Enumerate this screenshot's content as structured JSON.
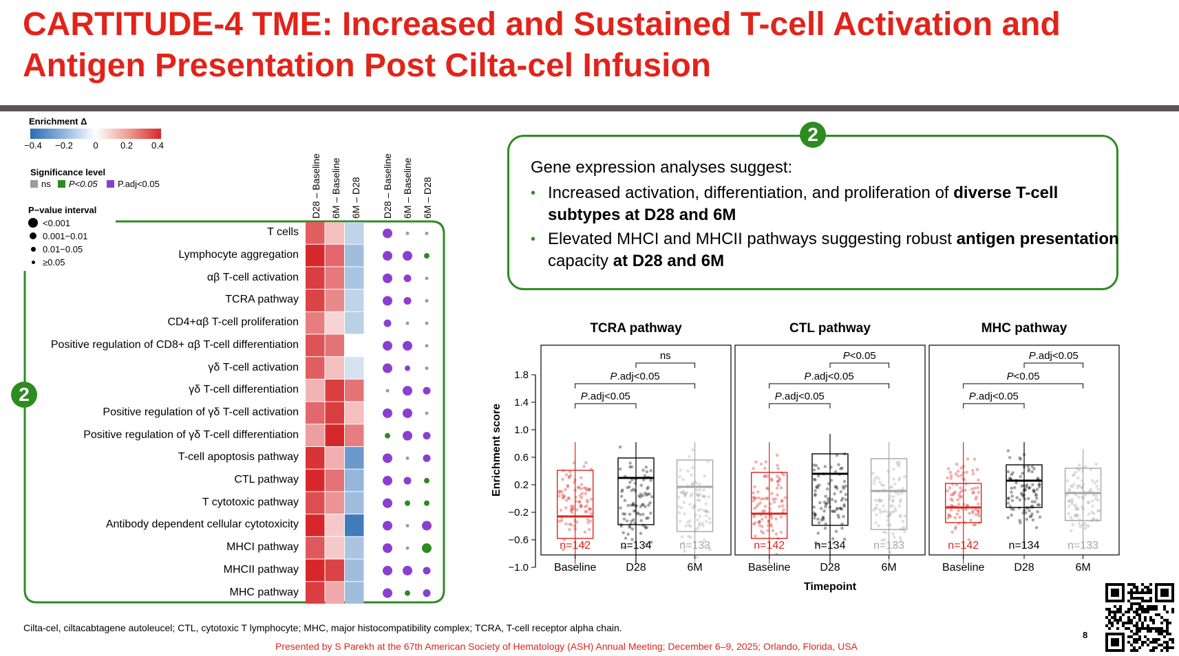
{
  "title": "CARTITUDE-4 TME: Increased and Sustained T-cell Activation and Antigen Presentation Post Cilta-cel Infusion",
  "badge_number": "2",
  "colors": {
    "title_red": "#e2231a",
    "frame_green": "#2e8b22",
    "ns_gray": "#a09a99",
    "p_green": "#2e8b22",
    "padj_purple": "#8a3fd1"
  },
  "legend": {
    "enrichment_title": "Enrichment Δ",
    "enrichment_ticks": [
      "−0.4",
      "−0.2",
      "0",
      "0.2",
      "0.4"
    ],
    "significance_title": "Significance level",
    "significance_items": [
      {
        "label": "ns",
        "color": "#a09a99"
      },
      {
        "label": "P<0.05",
        "color": "#2e8b22"
      },
      {
        "label": "P.adj<0.05",
        "color": "#8a3fd1"
      }
    ],
    "pvalue_title": "P−value interval",
    "pvalue_items": [
      "<0.001",
      "0.001−0.01",
      "0.01−0.05",
      "≥0.05"
    ]
  },
  "gene_box": {
    "intro": "Gene expression analyses suggest:",
    "bullet1_part1": "Increased activation, differentiation, and proliferation of ",
    "bullet1_bold": "diverse T-cell subtypes at D28 and 6M",
    "bullet2_part1": "Elevated MHCI and MHCII pathways suggesting robust ",
    "bullet2_bold1": "antigen presentation",
    "bullet2_part2": " capacity ",
    "bullet2_bold2": "at D28 and 6M"
  },
  "chart_data": [
    {
      "type": "heatmap",
      "columns": [
        "D28 – Baseline",
        "6M – Baseline",
        "6M – D28",
        "D28 – Baseline",
        "6M – Baseline",
        "6M – D28"
      ],
      "rows": [
        "T cells",
        "Lymphocyte aggregation",
        "αβ T-cell activation",
        "TCRA pathway",
        "CD4+αβ T-cell proliferation",
        "Positive regulation of CD8+ αβ T-cell differentiation",
        "γδ T-cell activation",
        "γδ T-cell differentiation",
        "Positive regulation of γδ T-cell activation",
        "Positive regulation of γδ T-cell differentiation",
        "T-cell apoptosis pathway",
        "CTL pathway",
        "T cytotoxic pathway",
        "Antibody dependent cellular cytotoxicity",
        "MHCI pathway",
        "MHCII pathway",
        "MHC pathway"
      ],
      "enrichment_delta": [
        [
          0.3,
          0.12,
          -0.12
        ],
        [
          0.42,
          0.28,
          -0.18
        ],
        [
          0.36,
          0.25,
          -0.16
        ],
        [
          0.35,
          0.22,
          -0.12
        ],
        [
          0.24,
          0.08,
          -0.13
        ],
        [
          0.32,
          0.26,
          0.0
        ],
        [
          0.3,
          0.12,
          -0.08
        ],
        [
          0.14,
          0.36,
          0.26
        ],
        [
          0.28,
          0.36,
          0.12
        ],
        [
          0.18,
          0.4,
          0.24
        ],
        [
          0.38,
          0.15,
          -0.28
        ],
        [
          0.42,
          0.26,
          -0.2
        ],
        [
          0.33,
          0.2,
          -0.18
        ],
        [
          0.4,
          0.1,
          -0.36
        ],
        [
          0.31,
          0.1,
          -0.16
        ],
        [
          0.42,
          0.35,
          -0.18
        ],
        [
          0.36,
          0.16,
          -0.18
        ]
      ],
      "significance": [
        [
          "padj",
          "ns",
          "ns"
        ],
        [
          "padj",
          "padj",
          "p"
        ],
        [
          "padj",
          "padj",
          "ns"
        ],
        [
          "padj",
          "padj",
          "ns"
        ],
        [
          "padj",
          "ns",
          "ns"
        ],
        [
          "padj",
          "padj",
          "ns"
        ],
        [
          "padj",
          "padj",
          "ns"
        ],
        [
          "ns",
          "padj",
          "padj"
        ],
        [
          "padj",
          "padj",
          "ns"
        ],
        [
          "p",
          "padj",
          "padj"
        ],
        [
          "padj",
          "ns",
          "padj"
        ],
        [
          "padj",
          "padj",
          "p"
        ],
        [
          "padj",
          "p",
          "p"
        ],
        [
          "padj",
          "ns",
          "padj"
        ],
        [
          "padj",
          "ns",
          "p"
        ],
        [
          "padj",
          "padj",
          "padj"
        ],
        [
          "padj",
          "p",
          "padj"
        ]
      ],
      "pvalue_interval": [
        [
          "<0.001",
          "≥0.05",
          "≥0.05"
        ],
        [
          "<0.001",
          "<0.001",
          "0.01−0.05"
        ],
        [
          "<0.001",
          "0.001−0.01",
          "≥0.05"
        ],
        [
          "<0.001",
          "0.001−0.01",
          "≥0.05"
        ],
        [
          "0.001−0.01",
          "≥0.05",
          "≥0.05"
        ],
        [
          "<0.001",
          "<0.001",
          "≥0.05"
        ],
        [
          "<0.001",
          "0.01−0.05",
          "≥0.05"
        ],
        [
          "≥0.05",
          "<0.001",
          "0.001−0.01"
        ],
        [
          "<0.001",
          "<0.001",
          "≥0.05"
        ],
        [
          "0.01−0.05",
          "<0.001",
          "0.001−0.01"
        ],
        [
          "<0.001",
          "≥0.05",
          "0.001−0.01"
        ],
        [
          "<0.001",
          "0.001−0.01",
          "0.01−0.05"
        ],
        [
          "<0.001",
          "0.01−0.05",
          "0.01−0.05"
        ],
        [
          "<0.001",
          "≥0.05",
          "<0.001"
        ],
        [
          "<0.001",
          "≥0.05",
          "<0.001"
        ],
        [
          "<0.001",
          "<0.001",
          "0.001−0.01"
        ],
        [
          "<0.001",
          "0.01−0.05",
          "0.001−0.01"
        ]
      ],
      "color_range": [
        -0.4,
        0.4
      ]
    },
    {
      "type": "box",
      "title": "TCRA pathway",
      "xlabel": "Timepoint",
      "ylabel": "Enrichment score",
      "ylim": [
        -1.05,
        1.85
      ],
      "y_ticks": [
        "1.8",
        "1.4",
        "1.0",
        "0.6",
        "0.2",
        "−0.2",
        "−0.6",
        "−1.0"
      ],
      "categories": [
        "Baseline",
        "D28",
        "6M"
      ],
      "n_labels": [
        "n=142",
        "n=134",
        "n=133"
      ],
      "box_colors": [
        "#d9241c",
        "#000000",
        "#a8a4a3"
      ],
      "boxes": [
        {
          "q1": -0.58,
          "median": -0.26,
          "q3": 0.41,
          "min": -0.95,
          "max": 0.82
        },
        {
          "q1": -0.38,
          "median": 0.3,
          "q3": 0.59,
          "min": -0.95,
          "max": 0.82
        },
        {
          "q1": -0.48,
          "median": 0.17,
          "q3": 0.56,
          "min": -0.95,
          "max": 0.82
        }
      ],
      "comparisons": [
        {
          "label": "P.adj<0.05",
          "from": 0,
          "to": 1
        },
        {
          "label": "P.adj<0.05",
          "from": 0,
          "to": 2
        },
        {
          "label": "ns",
          "from": 1,
          "to": 2
        }
      ]
    },
    {
      "type": "box",
      "title": "CTL pathway",
      "ylim": [
        -1.05,
        1.85
      ],
      "categories": [
        "Baseline",
        "D28",
        "6M"
      ],
      "n_labels": [
        "n=142",
        "n=134",
        "n=133"
      ],
      "box_colors": [
        "#d9241c",
        "#000000",
        "#a8a4a3"
      ],
      "boxes": [
        {
          "q1": -0.58,
          "median": -0.22,
          "q3": 0.38,
          "min": -0.95,
          "max": 0.82
        },
        {
          "q1": -0.39,
          "median": 0.36,
          "q3": 0.65,
          "min": -0.95,
          "max": 0.94
        },
        {
          "q1": -0.45,
          "median": 0.11,
          "q3": 0.58,
          "min": -0.95,
          "max": 0.82
        }
      ],
      "comparisons": [
        {
          "label": "P.adj<0.05",
          "from": 0,
          "to": 1
        },
        {
          "label": "P.adj<0.05",
          "from": 0,
          "to": 2
        },
        {
          "label": "P<0.05",
          "from": 1,
          "to": 2
        }
      ]
    },
    {
      "type": "box",
      "title": "MHC pathway",
      "ylim": [
        -1.05,
        1.85
      ],
      "categories": [
        "Baseline",
        "D28",
        "6M"
      ],
      "n_labels": [
        "n=142",
        "n=134",
        "n=133"
      ],
      "box_colors": [
        "#d9241c",
        "#000000",
        "#a8a4a3"
      ],
      "boxes": [
        {
          "q1": -0.35,
          "median": -0.13,
          "q3": 0.22,
          "min": -0.95,
          "max": 0.82
        },
        {
          "q1": -0.13,
          "median": 0.26,
          "q3": 0.49,
          "min": -0.72,
          "max": 0.82
        },
        {
          "q1": -0.32,
          "median": 0.08,
          "q3": 0.44,
          "min": -0.72,
          "max": 0.72
        }
      ],
      "comparisons": [
        {
          "label": "P.adj<0.05",
          "from": 0,
          "to": 1
        },
        {
          "label": "P<0.05",
          "from": 0,
          "to": 2
        },
        {
          "label": "P.adj<0.05",
          "from": 1,
          "to": 2
        }
      ]
    }
  ],
  "footnote": "Cilta-cel, ciltacabtagene autoleucel; CTL, cytotoxic T lymphocyte; MHC, major histocompatibility complex; TCRA, T-cell receptor alpha chain.",
  "presented": "Presented by S Parekh at the 67th American Society of Hematology (ASH) Annual Meeting; December 6–9, 2025; Orlando, Florida, USA",
  "page_number": "8"
}
